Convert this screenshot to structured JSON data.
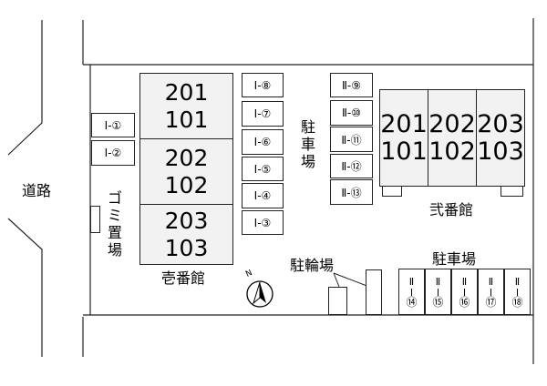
{
  "road_label": "道路",
  "garbage_label": "ゴミ置場",
  "building1": {
    "name": "壱番館",
    "units": [
      {
        "top": "201",
        "bottom": "101"
      },
      {
        "top": "202",
        "bottom": "102"
      },
      {
        "top": "203",
        "bottom": "103"
      }
    ]
  },
  "building2": {
    "name": "弐番館",
    "units": [
      {
        "top": "201",
        "bottom": "101"
      },
      {
        "top": "202",
        "bottom": "102"
      },
      {
        "top": "203",
        "bottom": "103"
      }
    ]
  },
  "parking_center_label": "駐車場",
  "parking_bottom_label": "駐車場",
  "bicycle_label": "駐輪場",
  "compass_mark": "N",
  "left_slots": [
    "Ⅰ-①",
    "Ⅰ-②"
  ],
  "center_slots": [
    "Ⅰ-⑧",
    "Ⅰ-⑦",
    "Ⅰ-⑥",
    "Ⅰ-⑤",
    "Ⅰ-④",
    "Ⅰ-③"
  ],
  "right_slots": [
    "Ⅱ-⑨",
    "Ⅱ-⑩",
    "Ⅱ-⑪",
    "Ⅱ-⑫",
    "Ⅱ-⑬"
  ],
  "bottom_slots": [
    {
      "prefix": "Ⅱ",
      "num": "⑭"
    },
    {
      "prefix": "Ⅱ",
      "num": "⑮"
    },
    {
      "prefix": "Ⅱ",
      "num": "⑯"
    },
    {
      "prefix": "Ⅱ",
      "num": "⑰"
    },
    {
      "prefix": "Ⅱ",
      "num": "⑱"
    }
  ]
}
